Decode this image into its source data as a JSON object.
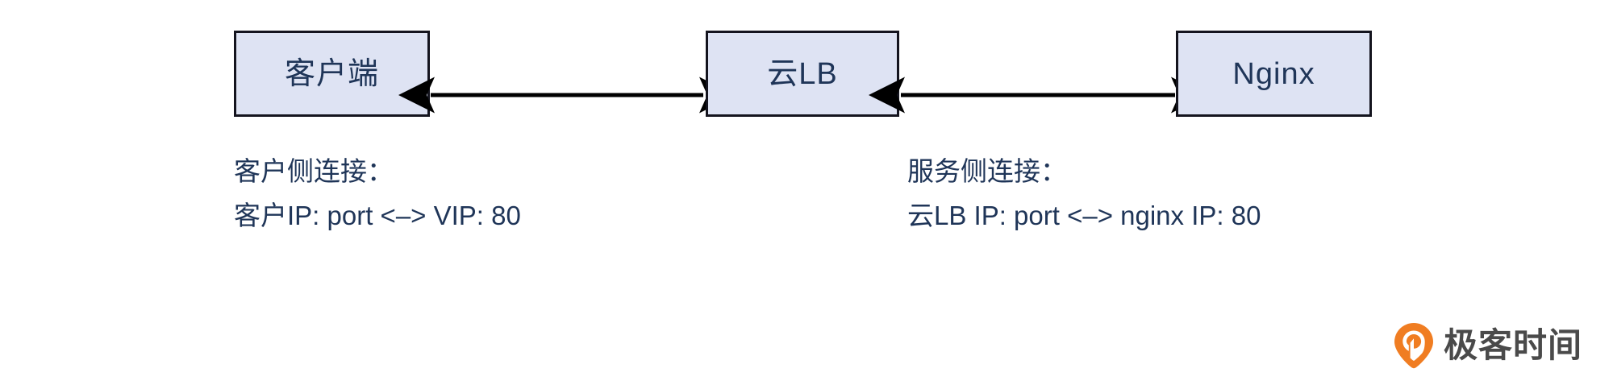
{
  "diagram": {
    "nodes": [
      {
        "id": "client",
        "label": "客户端"
      },
      {
        "id": "cloudlb",
        "label": "云LB"
      },
      {
        "id": "nginx",
        "label": "Nginx"
      }
    ],
    "connectors": [
      {
        "id": "client-lb",
        "from": "客户端",
        "to": "云LB",
        "style": "double-arrow"
      },
      {
        "id": "lb-nginx",
        "from": "云LB",
        "to": "Nginx",
        "style": "double-arrow"
      }
    ],
    "captions": [
      {
        "id": "client-side",
        "title": "客户侧连接：",
        "detail": "客户IP: port <–> VIP: 80"
      },
      {
        "id": "service-side",
        "title": "服务侧连接：",
        "detail": "云LB IP: port <–> nginx IP: 80"
      }
    ],
    "colors": {
      "box_fill": "#dee3f3",
      "box_border": "#14141e",
      "text": "#1f3558",
      "arrow": "#000000",
      "logo_accent": "#f07d22",
      "logo_text": "#4a4a4a",
      "background": "#ffffff"
    }
  },
  "branding": {
    "name": "极客时间",
    "icon": "geektime-pin-icon"
  }
}
